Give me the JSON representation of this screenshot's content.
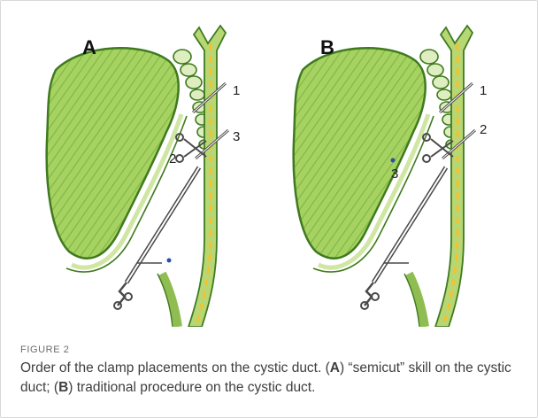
{
  "panels": [
    {
      "letter": "A",
      "numbers": [
        "1",
        "3",
        "2"
      ]
    },
    {
      "letter": "B",
      "numbers": [
        "1",
        "2",
        "3"
      ]
    }
  ],
  "caption": {
    "label": "FIGURE 2",
    "parts": [
      "Order of the clamp placements on the cystic duct. (",
      "A",
      ") “semicut” skill on the cystic duct; (",
      "B",
      ") traditional procedure on the cystic duct."
    ]
  },
  "colors": {
    "gallbladder_fill": "#9fce5c",
    "gallbladder_stroke": "#3f7a1e",
    "duct_fill": "#b7d774",
    "bile": "#f2c230",
    "instrument": "#4a4a4a"
  }
}
